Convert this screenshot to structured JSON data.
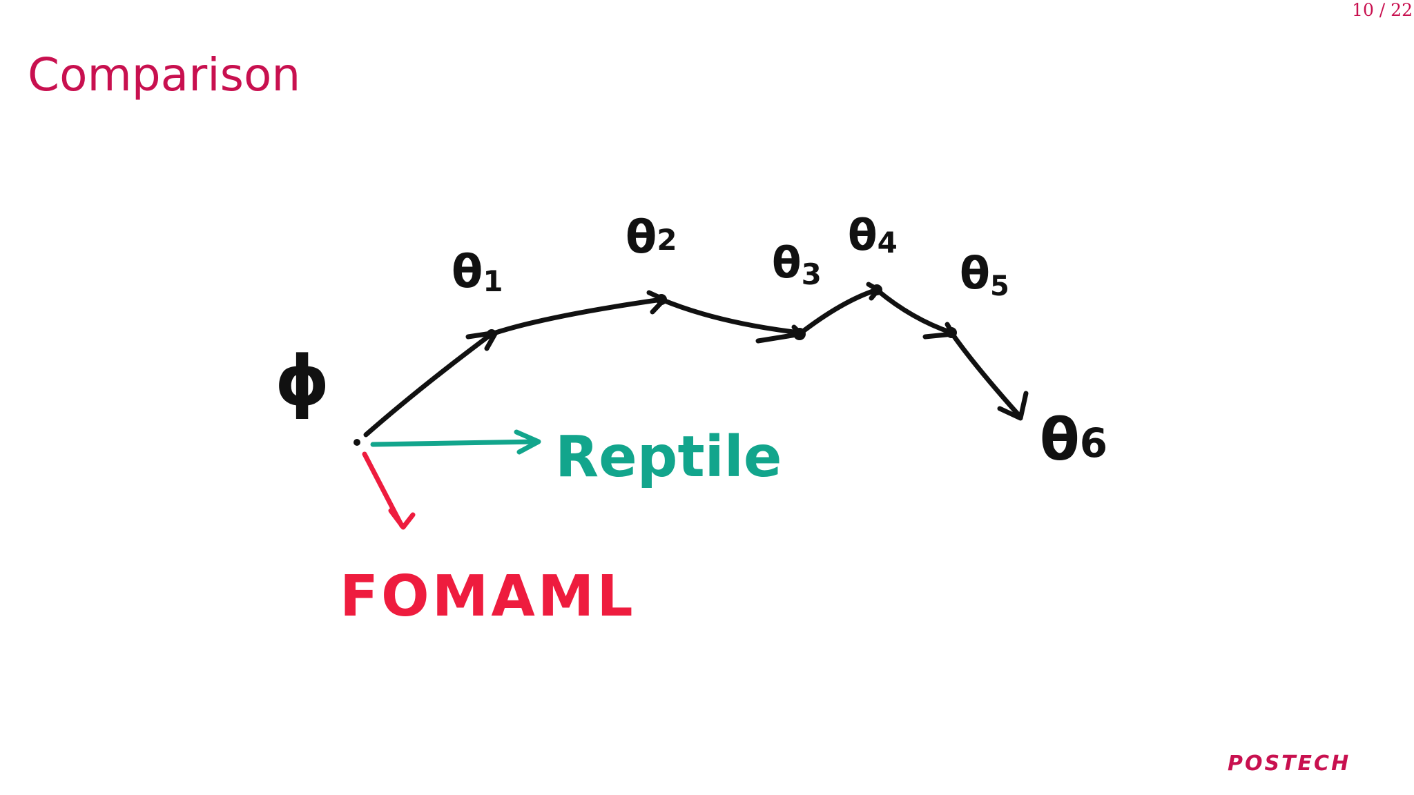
{
  "slide": {
    "title": "Comparison",
    "page_counter": "10 / 22",
    "accent_color": "#c8104f"
  },
  "diagram": {
    "start_label": "ϕ",
    "theta_labels": [
      {
        "symbol": "θ",
        "sub": "1"
      },
      {
        "symbol": "θ",
        "sub": "2"
      },
      {
        "symbol": "θ",
        "sub": "3"
      },
      {
        "symbol": "θ",
        "sub": "4"
      },
      {
        "symbol": "θ",
        "sub": "5"
      },
      {
        "symbol": "θ",
        "sub": "6"
      }
    ],
    "methods": [
      {
        "name": "Reptile",
        "color": "#12a58c"
      },
      {
        "name": "FOMAML",
        "color": "#ee1c3e"
      }
    ],
    "path_color": "#111111"
  },
  "footer": {
    "logo_text": "POSTECH"
  }
}
